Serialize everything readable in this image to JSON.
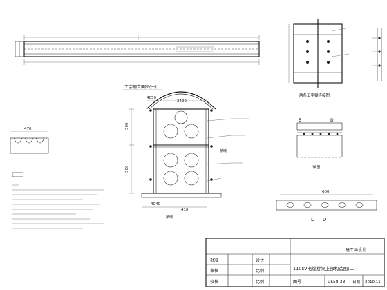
{
  "drawing": {
    "detail_elevation_title": "工字钢立面图(一)",
    "dims": {
      "arch_left": "4050",
      "arch_right": "2490",
      "height_upper": "500",
      "height_lower": "500",
      "box_width": "470",
      "bottom_left": "4040",
      "bottom_right": "410",
      "plan_length": "600"
    },
    "labels": {
      "bridge_deck_top": "桥墩",
      "bridge_deck_bottom": "桥墩",
      "section_b": "B",
      "section_d": "D",
      "section_dd": "D — D",
      "section_b_label": "详图二",
      "two_ibeam_title": "两条工字钢连接图"
    },
    "title_block": {
      "company": "建工局设计",
      "rows": [
        {
          "role": "批准",
          "role2": "设计"
        },
        {
          "role": "审核",
          "role2": "比例"
        },
        {
          "role": "校核",
          "role2": "比例"
        }
      ],
      "drawing_title": "110kV电缆桥架上部构造图(二)",
      "sheet_label": "图号",
      "sheet_no": "DL58-33",
      "date_label": "日期",
      "date": "2010.11"
    }
  }
}
